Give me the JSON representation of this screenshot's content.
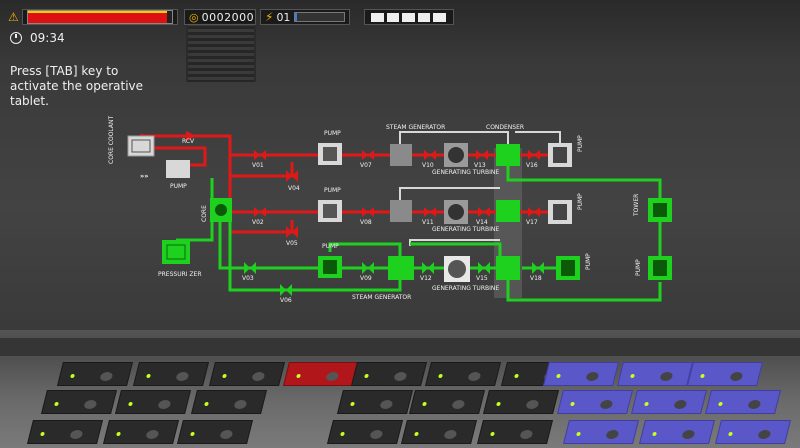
{
  "hud": {
    "health_level": 0.97,
    "score": "0002000",
    "energy_count": "01",
    "energy_level": 0.03,
    "inventory_slots": 5,
    "timer": "09:34"
  },
  "hint": "Press [TAB] key to activate the operative tablet.",
  "diagram": {
    "labels": {
      "core_coolant": "CORE COOLANT",
      "rcv": "RCV",
      "pump_left": "PUMP",
      "core": "CORE",
      "pressurizer": "PRESSURI ZER",
      "v01": "V01",
      "v02": "V02",
      "v03": "V03",
      "v04": "V04",
      "v05": "V05",
      "v06": "V06",
      "v07": "V07",
      "v08": "V08",
      "v09": "V09",
      "v10": "V10",
      "v11": "V11",
      "v12": "V12",
      "v13": "V13",
      "v14": "V14",
      "v15": "V15",
      "v16": "V16",
      "v17": "V17",
      "v18": "V18",
      "pump_1": "PUMP",
      "pump_2": "PUMP",
      "pump_3": "PUMP",
      "steam_generator_top": "STEAM GENERATOR",
      "steam_generator_bottom": "STEAM GENERATOR",
      "condenser": "CONDENSER",
      "gen_turbine_1": "GENERATING TURBINE",
      "gen_turbine_2": "GENERATING TURBINE",
      "gen_turbine_3": "GENERATING TURBINE",
      "pump_right_1": "PUMP",
      "pump_right_2": "PUMP",
      "pump_right_3": "PUMP",
      "tower": "TOWER",
      "pump_tower": "PUMP"
    }
  },
  "colors": {
    "red_line": "#e01818",
    "green_line": "#1fd11f",
    "gray_line": "#d8d8d8",
    "accent_yellow": "#f0b000"
  }
}
